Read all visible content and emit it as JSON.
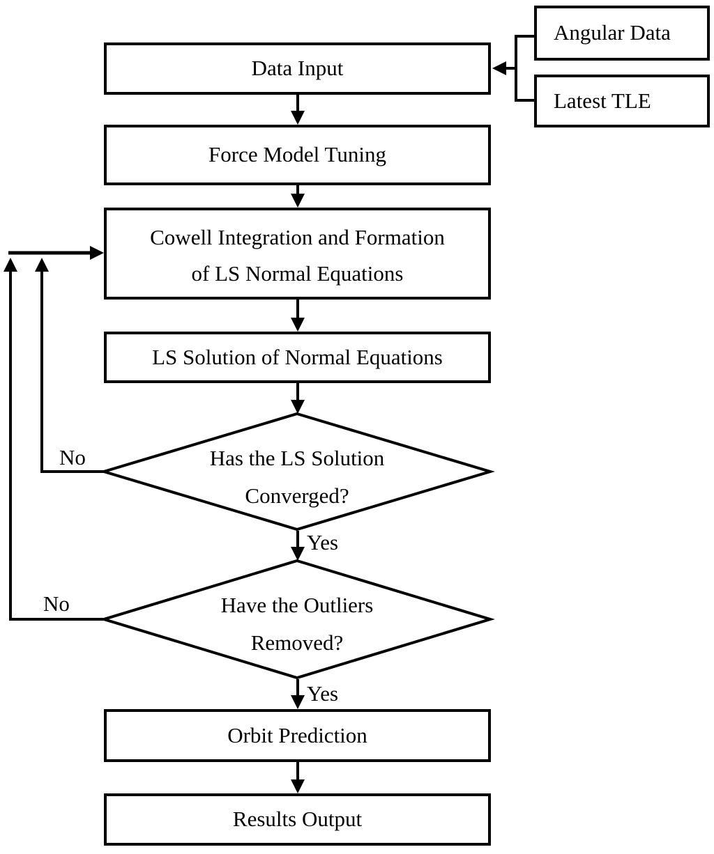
{
  "canvas": {
    "background": "#ffffff",
    "line_color": "#000000",
    "text_color": "#000000"
  },
  "nodes": {
    "data_input": "Data Input",
    "angular_data": "Angular Data",
    "latest_tle": "Latest TLE",
    "force_model_tuning": "Force Model Tuning",
    "cowell_integration": [
      "Cowell Integration and Formation",
      "of LS Normal Equations"
    ],
    "ls_solution": "LS Solution of Normal Equations",
    "decision_converged": [
      "Has the LS Solution",
      "Converged?"
    ],
    "decision_outliers": [
      "Have the Outliers",
      "Removed?"
    ],
    "orbit_prediction": "Orbit Prediction",
    "results_output": "Results Output"
  },
  "edge_labels": {
    "converged_no": "No",
    "converged_yes": "Yes",
    "outliers_no": "No",
    "outliers_yes": "Yes"
  }
}
